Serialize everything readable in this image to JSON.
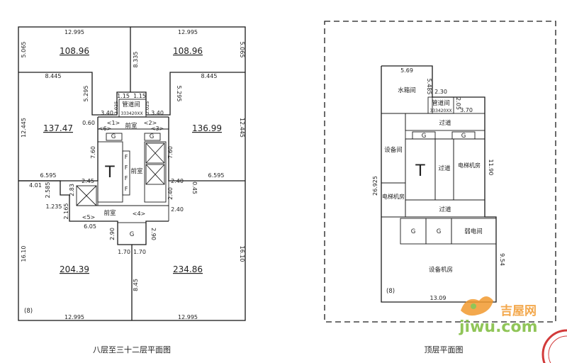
{
  "colors": {
    "line": "#1a1a1a",
    "brand_orange": "#f29a2e",
    "brand_green": "#7dbb3c",
    "stamp_red": "#d23a3a"
  },
  "left_plan": {
    "caption": "八层至三十二层平面图",
    "areas": [
      "108.96",
      "108.96",
      "137.47",
      "136.99",
      "204.39",
      "234.86"
    ],
    "unit_mark": "(8)",
    "room_front": "前室",
    "pipe_room": "管道间",
    "pipe_code": "333420XX",
    "doors": [
      "<1>",
      "<2>",
      "<3>",
      "<4>",
      "<5>",
      "<6>"
    ],
    "elevator_marks": [
      "F",
      "F",
      "F",
      "F"
    ],
    "g_mark": "G",
    "stair_mark": "T",
    "dims": {
      "top_left": "12.995",
      "top_right": "12.995",
      "bot_left": "12.995",
      "bot_right": "12.995",
      "left_top_h": "5.065",
      "right_top_h": "5.065",
      "center_v": "8.335",
      "mid_left": "8.445",
      "mid_right": "8.445",
      "pipe_l": "5.295",
      "pipe_r": "5.295",
      "p115a": "1.15",
      "p115b": "1.15",
      "p2025a": "2.025",
      "p2025b": "2.025",
      "p340a": "3.40",
      "p340b": "3.40",
      "left_mid_h": "12.445",
      "right_mid_h": "12.445",
      "d060": "0.60",
      "d760a": "7.60",
      "d760b": "7.60",
      "d6595a": "6.595",
      "d6595b": "6.595",
      "d401": "4.01",
      "d2585": "2.585",
      "d283": "2.83",
      "d245": "2.45",
      "d240a": "2.40",
      "d045": "0.45",
      "d240b": "2.40",
      "d240c": "2.40",
      "d1235": "1.235",
      "d2165": "2.165",
      "d605": "6.05",
      "d290a": "2.90",
      "d290b": "2.90",
      "d170a": "1.70",
      "d170b": "1.70",
      "left_bot_h": "16.10",
      "right_bot_h": "16.10",
      "d845": "8.45"
    }
  },
  "right_plan": {
    "caption": "顶层平面图",
    "unit_mark": "(8)",
    "rooms": {
      "water_tank": "水箱间",
      "pipe_room": "管道间",
      "pipe_code": "333420XX",
      "corridor": "过道",
      "equipment": "设备间",
      "elevator_machine": "电梯机房",
      "weak_current": "弱电间",
      "equipment_machine": "设备机房"
    },
    "g_mark": "G",
    "stair_mark": "T",
    "dims": {
      "d569": "5.69",
      "d5485": "5.485",
      "d230": "2.30",
      "d205": "2.05",
      "d370": "3.70",
      "d1190": "11.90",
      "d26925": "26.925",
      "d954": "9.54",
      "d1309": "13.09"
    }
  },
  "watermark": {
    "name": "吉屋网",
    "domain": "jiwu.com"
  }
}
